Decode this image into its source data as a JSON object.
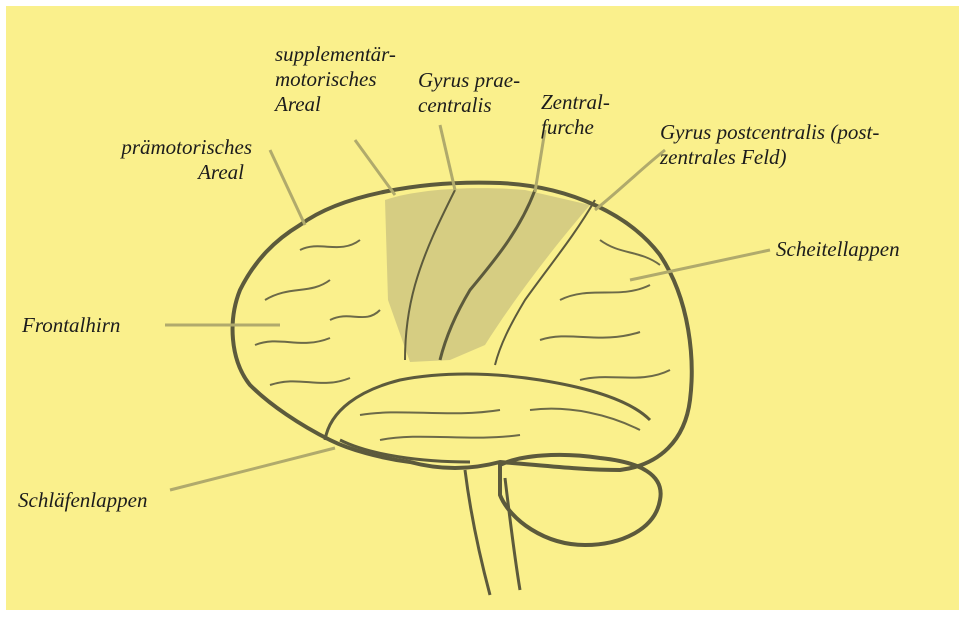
{
  "colors": {
    "background": "#faf08c",
    "outline": "#5c5a3c",
    "leader": "#b0aa6c",
    "shade": "#cfc780",
    "text": "#1c1c1c"
  },
  "labels": {
    "supplementary_motor_1": "supplementär-",
    "supplementary_motor_2": "motorisches",
    "supplementary_motor_3": "Areal",
    "precentral_1": "Gyrus prae-",
    "precentral_2": "centralis",
    "central_sulcus_1": "Zentral-",
    "central_sulcus_2": "furche",
    "postcentral_1": "Gyrus postcentralis (post-",
    "postcentral_2": "zentrales Feld)",
    "premotor_1": "prämotorisches",
    "premotor_2": "Areal",
    "parietal": "Scheitellappen",
    "frontal": "Frontalhirn",
    "temporal": "Schläfenlappen"
  }
}
